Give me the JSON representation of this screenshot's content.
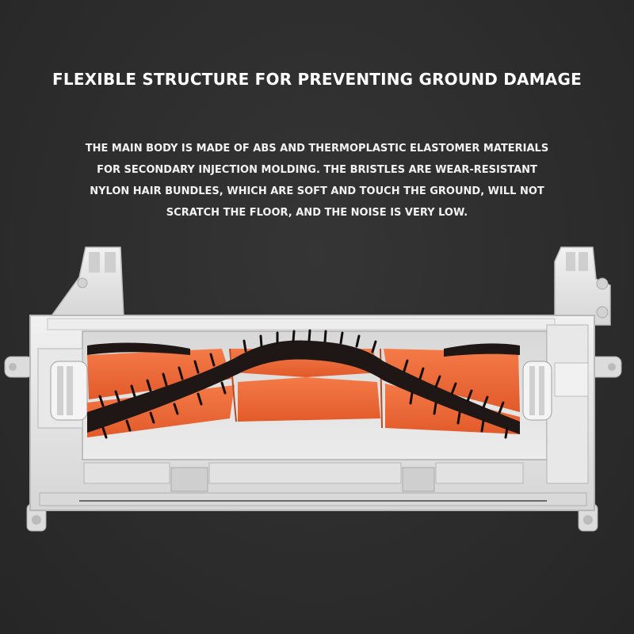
{
  "headline": "FLEXIBLE STRUCTURE FOR PREVENTING GROUND DAMAGE",
  "description_lines": [
    "THE MAIN BODY IS MADE OF ABS AND  THERMOPLASTIC ELASTOMER MATERIALS",
    "FOR SECONDARY INJECTION MOLDING. THE BRISTLES ARE WEAR-RESISTANT",
    "NYLON HAIR BUNDLES, WHICH ARE SOFT AND TOUCH THE GROUND, WILL NOT",
    "SCRATCH THE FLOOR, AND THE NOISE IS VERY LOW."
  ],
  "colors": {
    "background": "#2e2e2e",
    "housing": "#e6e6e6",
    "brush_blade": "#f26a3a",
    "bristles": "#1c1514"
  },
  "image": {
    "subject": "brush-housing-cutaway"
  }
}
